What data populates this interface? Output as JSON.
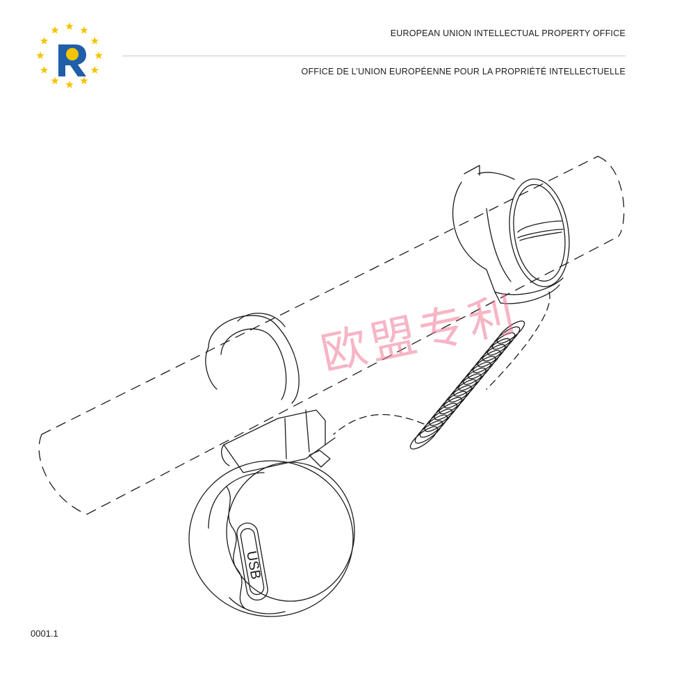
{
  "header": {
    "office_en": "EUROPEAN UNION INTELLECTUAL PROPERTY OFFICE",
    "office_fr": "OFFICE DE L’UNION EUROPÉENNE POUR LA PROPRIÉTÉ INTELLECTUELLE",
    "logo": {
      "icon": "euipo-logo-icon",
      "letter": "R",
      "star_count": 12,
      "colors": {
        "star": "#f5c400",
        "letter": "#1f5ea8",
        "dot": "#f5c400"
      }
    }
  },
  "drawing": {
    "usb_label": "USB",
    "watermark": "欧盟专利"
  },
  "footer": {
    "figure_number": "0001.1"
  }
}
